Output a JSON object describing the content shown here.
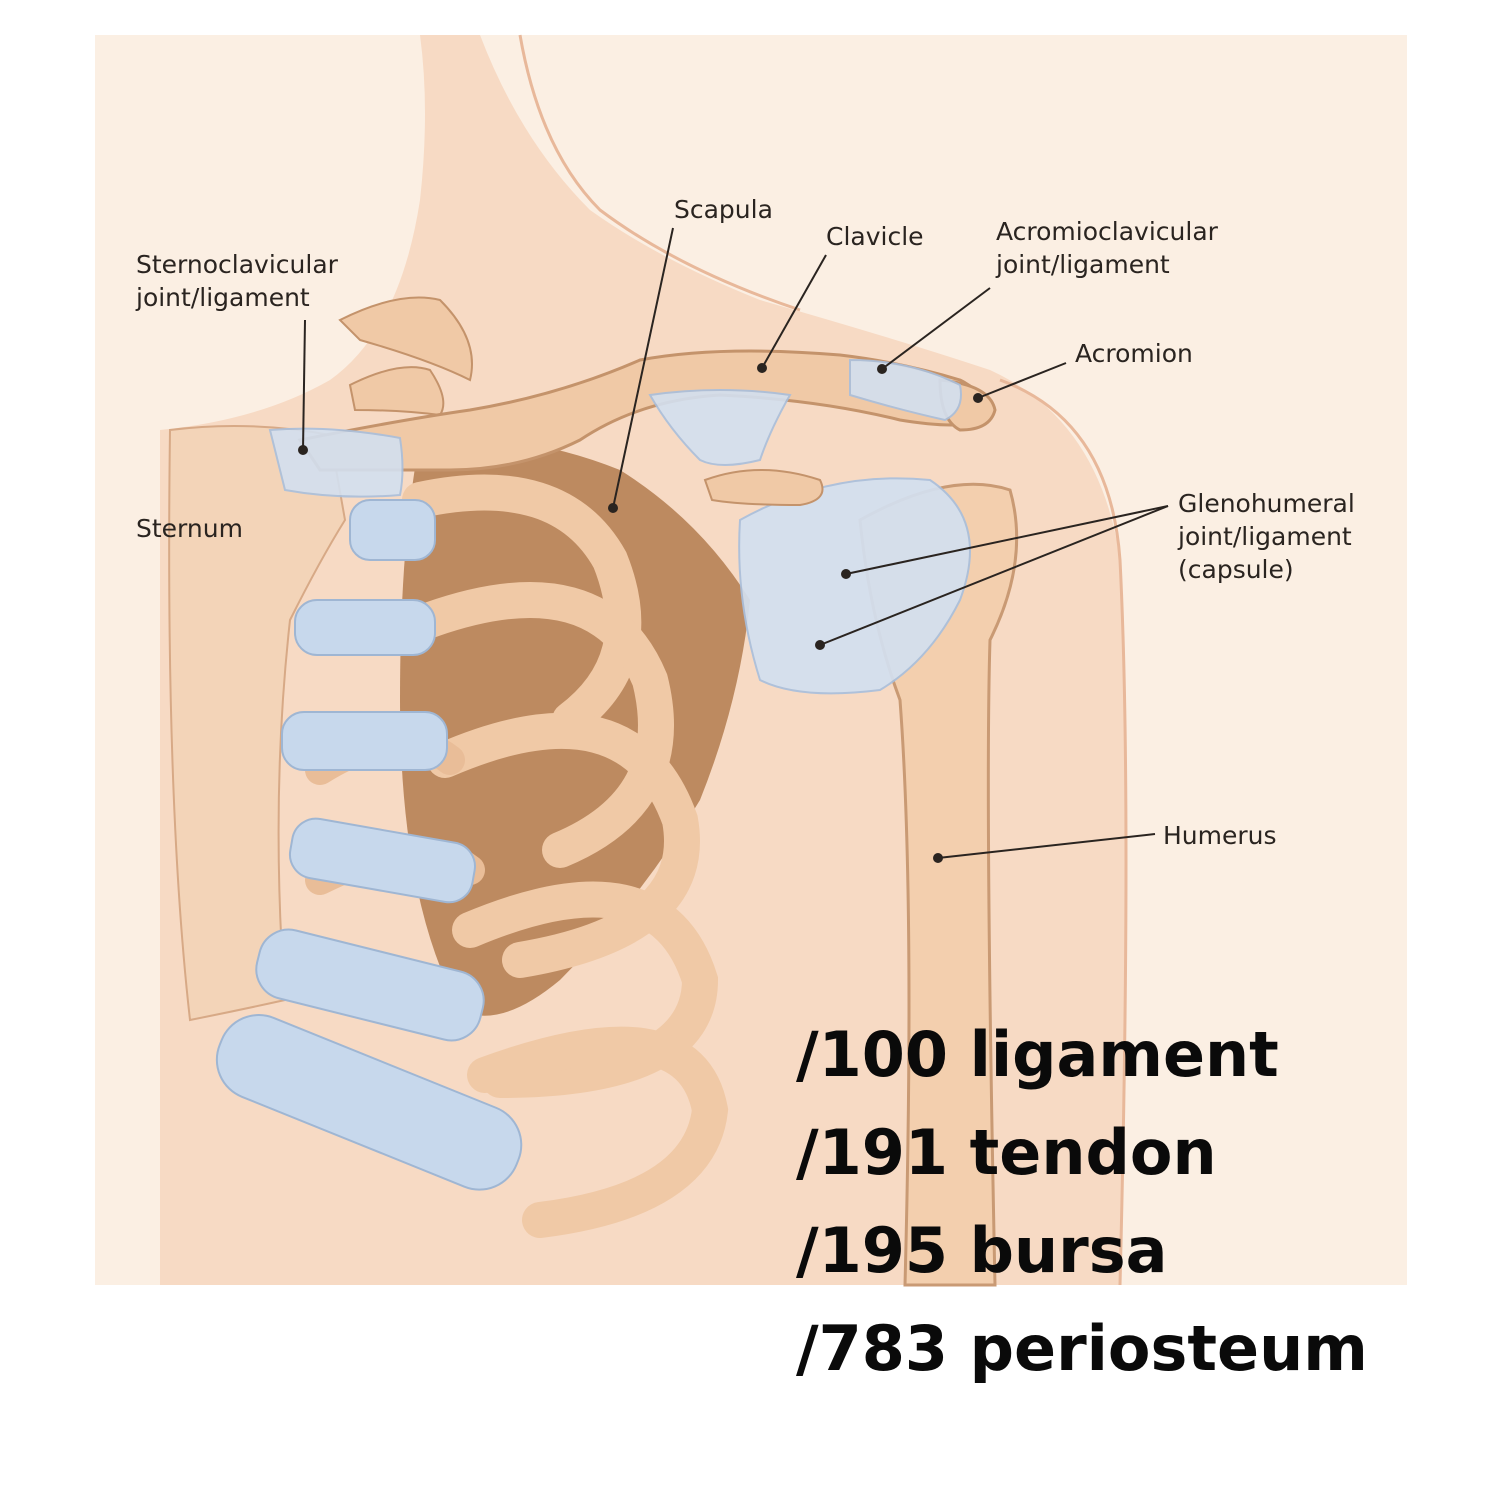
{
  "labels": {
    "sternoclavicular": [
      "Sternoclavicular",
      "joint/ligament"
    ],
    "scapula": "Scapula",
    "clavicle": "Clavicle",
    "acromioclavicular": [
      "Acromioclavicular",
      "joint/ligament"
    ],
    "acromion": "Acromion",
    "glenohumeral": [
      "Glenohumeral",
      "joint/ligament",
      "(capsule)"
    ],
    "sternum": "Sternum",
    "humerus": "Humerus"
  },
  "codes": [
    "/100 ligament",
    "/191 tendon",
    "/195 bursa",
    "/783 periosteum"
  ],
  "colors": {
    "background": "#fbefe3",
    "skin": "#f7d9c3",
    "bone": "#f0c9a6",
    "bone_shadow": "#c4936b",
    "cartilage": "#c7d8ec",
    "ligament": "#d3e0f0",
    "rib_space": "#b9875c",
    "leader": "#2a2420"
  }
}
